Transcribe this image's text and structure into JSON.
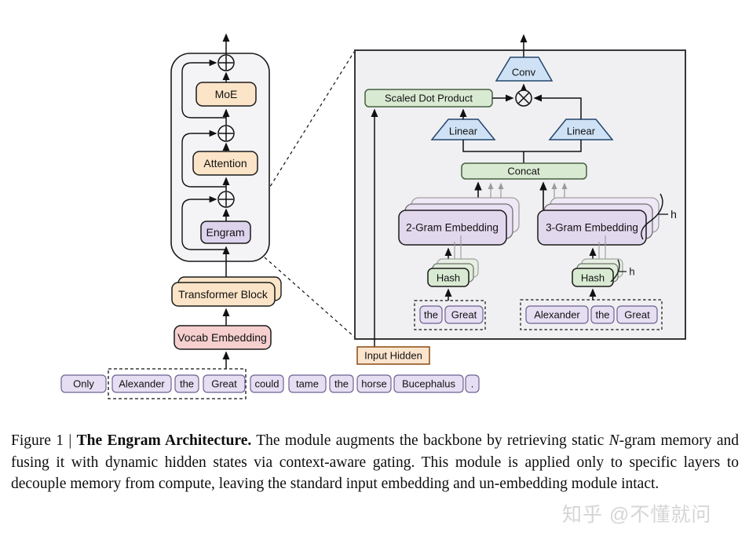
{
  "figure": {
    "backbone": {
      "moe": "MoE",
      "attention": "Attention",
      "engram": "Engram",
      "transformer_block": "Transformer Block",
      "vocab_embedding": "Vocab Embedding"
    },
    "tokens": [
      "Only",
      "Alexander",
      "the",
      "Great",
      "could",
      "tame",
      "the",
      "horse",
      "Bucephalus",
      "."
    ],
    "engram_detail": {
      "conv": "Conv",
      "scaled_dot_product": "Scaled Dot Product",
      "linear_left": "Linear",
      "linear_right": "Linear",
      "concat": "Concat",
      "two_gram": "2-Gram Embedding",
      "three_gram": "3-Gram Embedding",
      "hash_left": "Hash",
      "hash_right": "Hash",
      "h_label_grams": "h",
      "h_label_hash": "h",
      "two_gram_tokens": [
        "the",
        "Great"
      ],
      "three_gram_tokens": [
        "Alexander",
        "the",
        "Great"
      ],
      "input_hidden": "Input Hidden"
    },
    "colors": {
      "block_orange": "#fbe4c7",
      "block_pink": "#f6cfcf",
      "block_purple": "#e2d8ee",
      "block_green": "#d9ead3",
      "block_blue": "#cfe2f5",
      "input_hidden_fill": "#fce5cd",
      "panel_bg": "#f0f0f3",
      "container_bg": "#f4f4f6"
    }
  },
  "caption": {
    "label": "Figure 1 | ",
    "title_bold": "The Engram Architecture.",
    "text_a": " The module augments the backbone by retrieving static ",
    "n_italic": "N",
    "text_b": "-gram memory and fusing it with dynamic hidden states via context-aware gating. This module is applied only to specific layers to decouple memory from compute, leaving the standard input embedding and un-embedding module intact."
  },
  "watermark": "知乎 @不懂就问"
}
